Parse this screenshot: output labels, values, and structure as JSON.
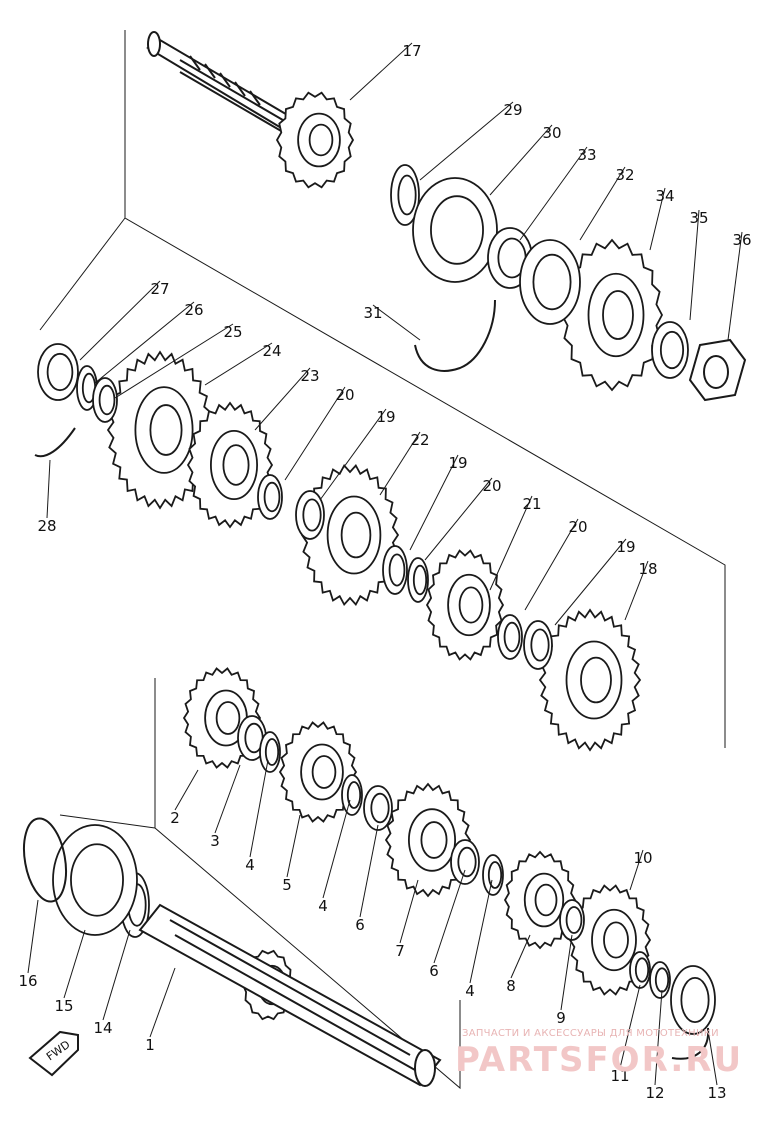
{
  "diagram": {
    "part_numbers": [
      "1",
      "2",
      "3",
      "4",
      "4",
      "4",
      "5",
      "6",
      "6",
      "7",
      "8",
      "9",
      "10",
      "11",
      "12",
      "13",
      "14",
      "15",
      "16",
      "17",
      "18",
      "19",
      "19",
      "19",
      "20",
      "20",
      "20",
      "21",
      "22",
      "23",
      "24",
      "25",
      "26",
      "27",
      "28",
      "29",
      "30",
      "31",
      "32",
      "33",
      "34",
      "35",
      "36"
    ],
    "fwd_label": "FWD"
  },
  "watermark": {
    "caption": "ЗАПЧАСТИ И АКСЕССУАРЫ ДЛЯ МОТОТЕХНИКИ",
    "logo_text": "PARTSFOR.RU"
  },
  "colors": {
    "ink": "#1a1a1a",
    "watermark": "#f2c7c7"
  }
}
